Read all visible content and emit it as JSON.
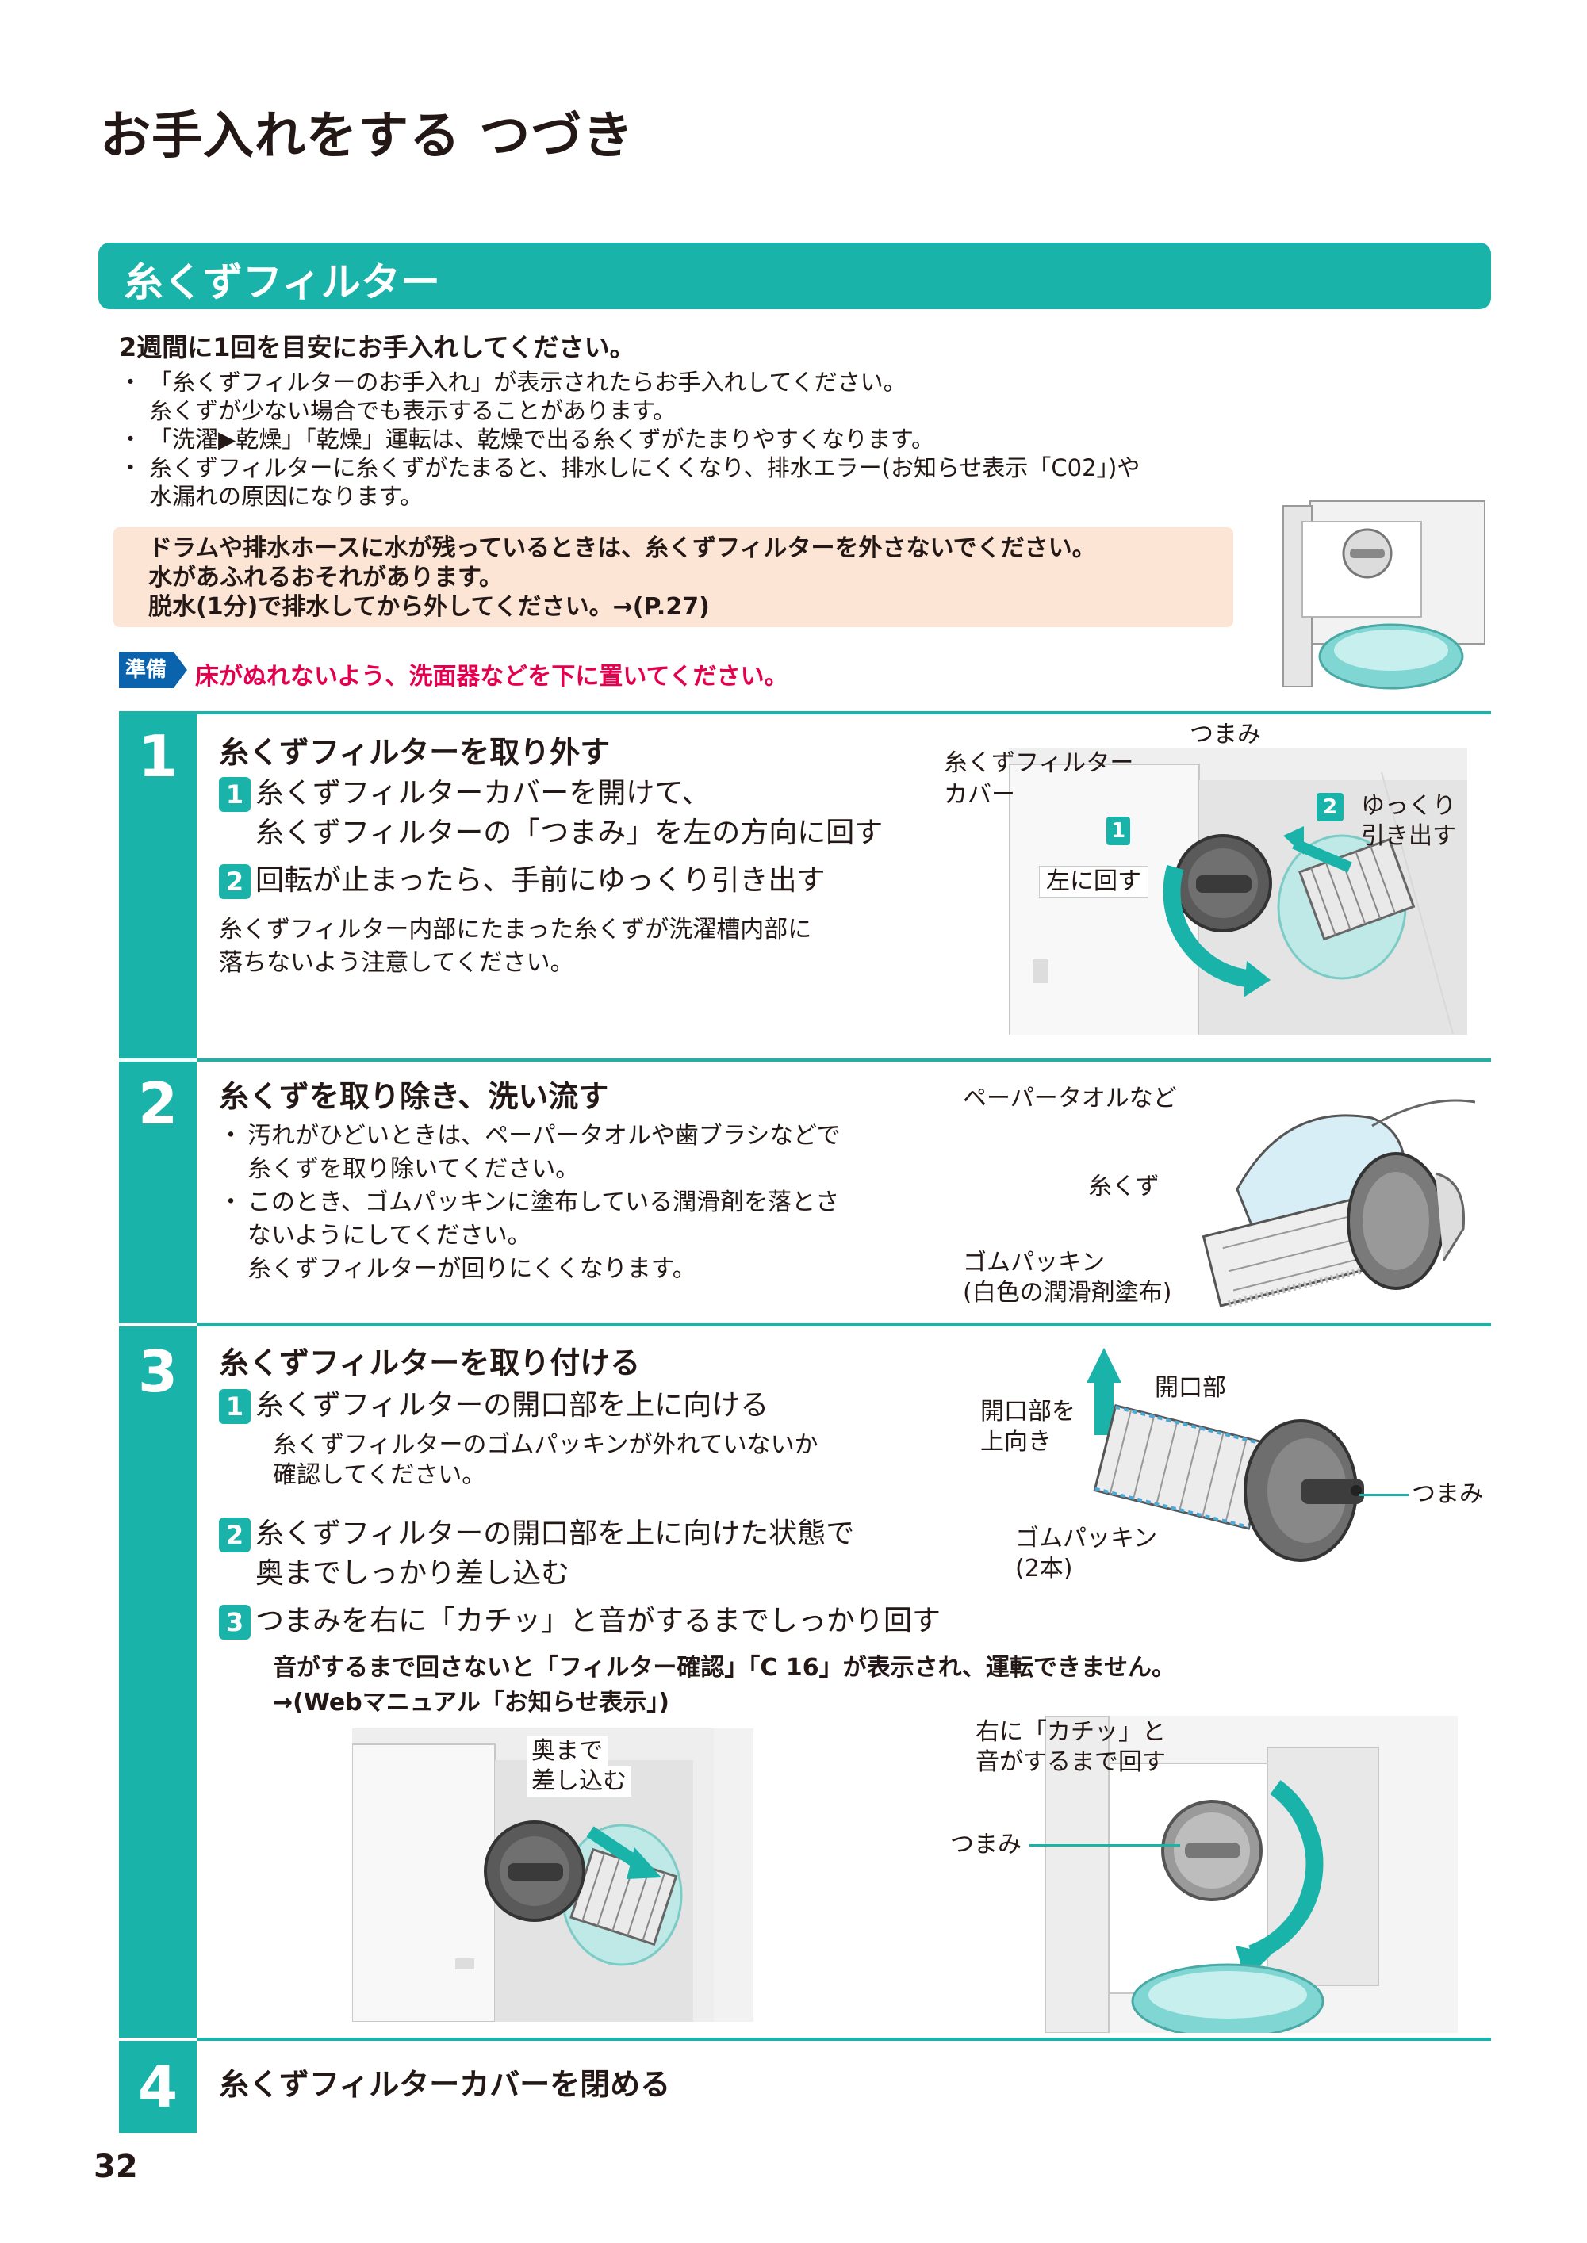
{
  "page": {
    "title": "お手入れをする つづき",
    "page_number": "32"
  },
  "section": {
    "title": "糸くずフィルター",
    "lead": "2週間に1回を目安にお手入れしてください。",
    "bullets": [
      {
        "line1": "「糸くずフィルターのお手入れ」が表示されたらお手入れしてください。",
        "line2": "糸くずが少ない場合でも表示することがあります。"
      },
      {
        "line1": "「洗濯▶乾燥」「乾燥」運転は、乾燥で出る糸くずがたまりやすくなります。"
      },
      {
        "line1": "糸くずフィルターに糸くずがたまると、排水しにくくなり、排水エラー(お知らせ表示「C02」)や",
        "line2": "水漏れの原因になります。"
      }
    ],
    "caution": [
      "ドラムや排水ホースに水が残っているときは、糸くずフィルターを外さないでください。",
      "水があふれるおそれがあります。",
      "脱水(1分)で排水してから外してください。→(P.27)"
    ],
    "prep_badge": "準備",
    "prep_text": "床がぬれないよう、洗面器などを下に置いてください。"
  },
  "steps": [
    {
      "number": "1",
      "title": "糸くずフィルターを取り外す",
      "subs": [
        {
          "n": "1",
          "line1": "糸くずフィルターカバーを開けて、",
          "line2": "糸くずフィルターの「つまみ」を左の方向に回す"
        },
        {
          "n": "2",
          "line1": "回転が止まったら、手前にゆっくり引き出す"
        }
      ],
      "notes": [
        "糸くずフィルター内部にたまった糸くずが洗濯槽内部に",
        "落ちないよう注意してください。"
      ],
      "labels": {
        "knob": "つまみ",
        "cover_1": "糸くずフィルター",
        "cover_2": "カバー",
        "badge1": "1",
        "turn_left": "左に回す",
        "badge2": "2",
        "pull_1": "ゆっくり",
        "pull_2": "引き出す"
      }
    },
    {
      "number": "2",
      "title": "糸くずを取り除き、洗い流す",
      "notes": [
        {
          "line1": "汚れがひどいときは、ペーパータオルや歯ブラシなどで",
          "line2": "糸くずを取り除いてください。"
        },
        {
          "line1": "このとき、ゴムパッキンに塗布している潤滑剤を落とさ",
          "line2": "ないようにしてください。",
          "line3": "糸くずフィルターが回りにくくなります。"
        }
      ],
      "labels": {
        "paper_towel": "ペーパータオルなど",
        "lint": "糸くず",
        "gasket_1": "ゴムパッキン",
        "gasket_2": "(白色の潤滑剤塗布)"
      }
    },
    {
      "number": "3",
      "title": "糸くずフィルターを取り付ける",
      "subs": [
        {
          "n": "1",
          "line1": "糸くずフィルターの開口部を上に向ける",
          "note1": "糸くずフィルターのゴムパッキンが外れていないか",
          "note2": "確認してください。"
        },
        {
          "n": "2",
          "line1": "糸くずフィルターの開口部を上に向けた状態で",
          "line2": "奥までしっかり差し込む"
        },
        {
          "n": "3",
          "line1": "つまみを右に「カチッ」と音がするまでしっかり回す"
        }
      ],
      "bold_note": [
        "音がするまで回さないと「フィルター確認」「C 16」が表示され、運転できません。",
        "→(Webマニュアル「お知らせ表示」)"
      ],
      "labels": {
        "opening_up_1": "開口部を",
        "opening_up_2": "上向き",
        "opening": "開口部",
        "knob": "つまみ",
        "gasket_1": "ゴムパッキン",
        "gasket_2": "(2本)",
        "insert_1": "奥まで",
        "insert_2": "差し込む",
        "turn_right_1": "右に「カチッ」と",
        "turn_right_2": "音がするまで回す",
        "knob2": "つまみ"
      }
    },
    {
      "number": "4",
      "title": "糸くずフィルターカバーを閉める"
    }
  ],
  "colors": {
    "teal": "#1ab3aa",
    "caution_bg": "#fde5d6",
    "prep_blue": "#0c63ad",
    "prep_red": "#e5004f"
  }
}
